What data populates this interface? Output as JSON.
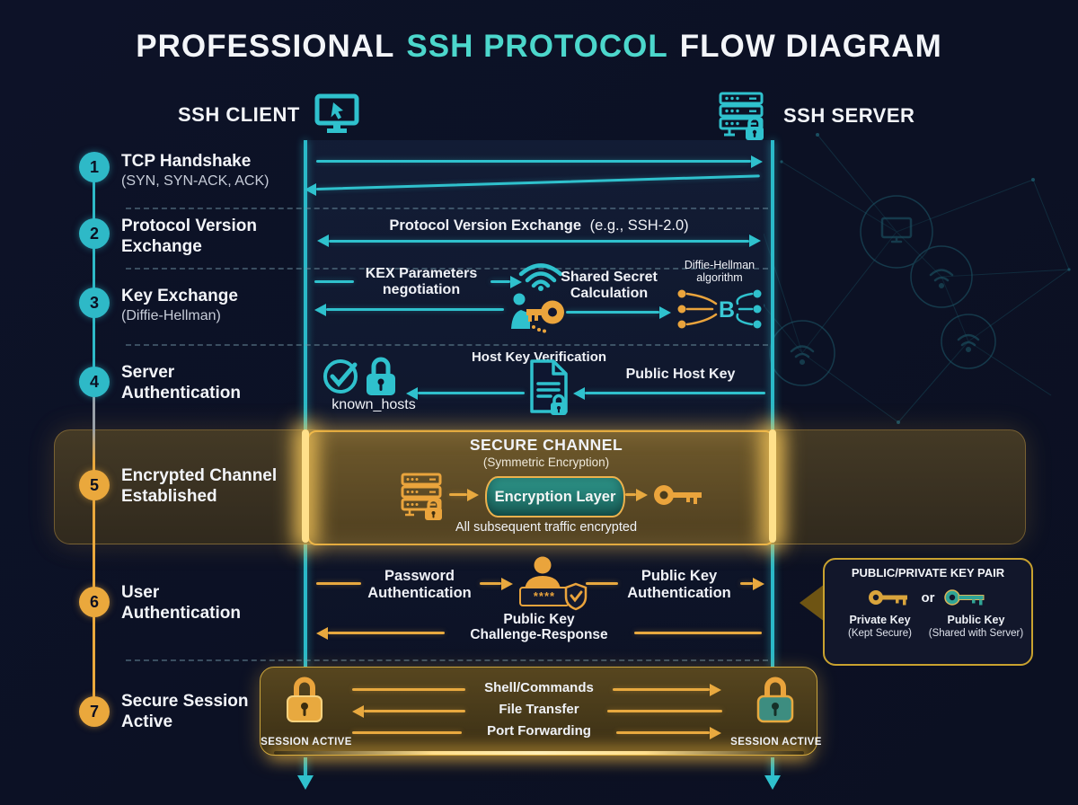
{
  "colors": {
    "background": "#0c1124",
    "teal": "#2fc1cd",
    "teal_accent": "#4cd7cc",
    "gold": "#eaa83c",
    "band_brown": "#57461f",
    "panel_border": "#c9a22f"
  },
  "title": {
    "prefix": "PROFESSIONAL",
    "accent": "SSH PROTOCOL",
    "suffix": "FLOW DIAGRAM"
  },
  "actors": {
    "client": "SSH CLIENT",
    "server": "SSH SERVER"
  },
  "steps": [
    {
      "num": "1",
      "line1": "TCP Handshake",
      "line2": "",
      "subtitle": "(SYN, SYN-ACK, ACK)"
    },
    {
      "num": "2",
      "line1": "Protocol Version",
      "line2": "Exchange",
      "subtitle": ""
    },
    {
      "num": "3",
      "line1": "Key Exchange",
      "line2": "",
      "subtitle": "(Diffie-Hellman)"
    },
    {
      "num": "4",
      "line1": "Server",
      "line2": "Authentication",
      "subtitle": ""
    },
    {
      "num": "5",
      "line1": "Encrypted Channel",
      "line2": "Established",
      "subtitle": ""
    },
    {
      "num": "6",
      "line1": "User",
      "line2": "Authentication",
      "subtitle": ""
    },
    {
      "num": "7",
      "line1": "Secure Session",
      "line2": "Active",
      "subtitle": ""
    }
  ],
  "flows": {
    "pv_bold": "Protocol Version Exchange",
    "pv_rest": "(e.g., SSH-2.0)",
    "kex_negotiation": "KEX Parameters negotiation",
    "shared_secret": "Shared Secret Calculation",
    "dh_algorithm": "Diffie-Hellman algorithm",
    "dh_letter": "B",
    "host_key_verification": "Host Key Verification",
    "public_host_key": "Public Host Key",
    "known_hosts": "known_hosts",
    "password_auth": "Password Authentication",
    "password_stars": "****",
    "public_key_auth": "Public Key Authentication",
    "challenge_line1": "Public Key",
    "challenge_line2": "Challenge-Response",
    "shell_commands": "Shell/Commands",
    "file_transfer": "File Transfer",
    "port_forwarding": "Port Forwarding",
    "session_active_left": "SESSION ACTIVE",
    "session_active_right": "SESSION ACTIVE"
  },
  "secure_channel": {
    "title": "SECURE CHANNEL",
    "subtitle": "(Symmetric Encryption)",
    "cylinder_label": "Encryption Layer",
    "footer": "All subsequent traffic encrypted"
  },
  "keypair_panel": {
    "title": "PUBLIC/PRIVATE KEY PAIR",
    "or": "or",
    "private_label": "Private Key",
    "private_sub": "(Kept Secure)",
    "public_label": "Public Key",
    "public_sub": "(Shared with Server)"
  },
  "icons": [
    "monitor-cursor",
    "server-lock",
    "wifi",
    "person-key",
    "diffie-hellman",
    "check-circle",
    "padlock",
    "document-lock",
    "server-gold",
    "key-gold",
    "user-avatar",
    "shield-check",
    "key-private",
    "key-public",
    "session-padlock",
    "network-nodes"
  ]
}
